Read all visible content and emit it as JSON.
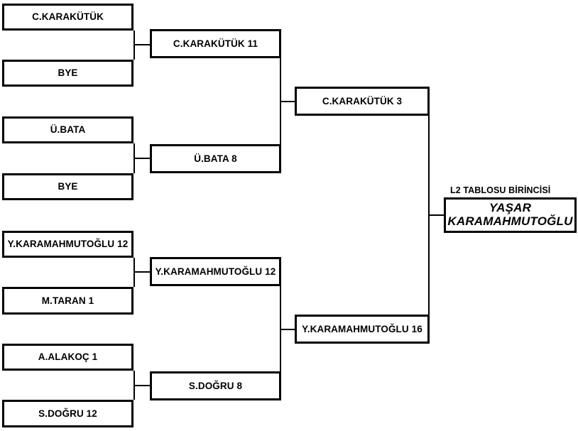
{
  "bracket": {
    "title_label": "L2 TABLOSU BİRİNCİSİ",
    "champion": "YAŞAR KARAMAHMUTOĞLU",
    "rounds": [
      {
        "name": "round-1",
        "slots": [
          {
            "label": "C.KARAKÜTÜK"
          },
          {
            "label": "BYE"
          },
          {
            "label": "Ü.BATA"
          },
          {
            "label": "BYE"
          },
          {
            "label": "Y.KARAMAHMUTOĞLU 12"
          },
          {
            "label": "M.TARAN  1"
          },
          {
            "label": "A.ALAKOÇ  1"
          },
          {
            "label": "S.DOĞRU  12"
          }
        ]
      },
      {
        "name": "round-2",
        "slots": [
          {
            "label": "C.KARAKÜTÜK  11"
          },
          {
            "label": "Ü.BATA  8"
          },
          {
            "label": "Y.KARAMAHMUTOĞLU 12"
          },
          {
            "label": "S.DOĞRU  8"
          }
        ]
      },
      {
        "name": "semifinal",
        "slots": [
          {
            "label": "C.KARAKÜTÜK  3"
          },
          {
            "label": "Y.KARAMAHMUTOĞLU 16"
          }
        ]
      },
      {
        "name": "final",
        "slots": [
          {
            "label": "YAŞAR KARAMAHMUTOĞLU"
          }
        ]
      }
    ]
  }
}
